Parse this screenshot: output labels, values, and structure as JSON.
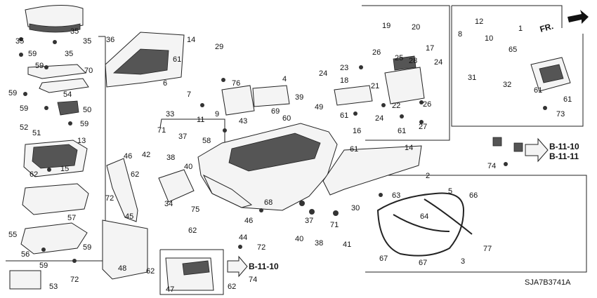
{
  "diagram_code": "SJA7B3741A",
  "orientation": {
    "label": "FR."
  },
  "references": [
    {
      "text": "B-11-10"
    },
    {
      "text": "B-11-11"
    },
    {
      "text": "B-11-10"
    }
  ],
  "callouts": [
    "35",
    "35",
    "35",
    "35",
    "36",
    "59",
    "59",
    "70",
    "59",
    "54",
    "59",
    "50",
    "52",
    "51",
    "59",
    "13",
    "62",
    "15",
    "57",
    "55",
    "56",
    "59",
    "59",
    "53",
    "72",
    "29",
    "14",
    "61",
    "6",
    "7",
    "11",
    "9",
    "33",
    "71",
    "37",
    "42",
    "38",
    "40",
    "46",
    "62",
    "72",
    "45",
    "34",
    "75",
    "58",
    "76",
    "43",
    "39",
    "4",
    "69",
    "60",
    "62",
    "44",
    "46",
    "72",
    "68",
    "48",
    "62",
    "47",
    "74",
    "62",
    "40",
    "37",
    "38",
    "71",
    "41",
    "30",
    "61",
    "14",
    "63",
    "2",
    "5",
    "66",
    "64",
    "67",
    "67",
    "3",
    "77",
    "19",
    "20",
    "26",
    "25",
    "23",
    "24",
    "18",
    "21",
    "28",
    "17",
    "24",
    "22",
    "26",
    "49",
    "61",
    "24",
    "61",
    "27",
    "16",
    "1",
    "8",
    "12",
    "10",
    "65",
    "32",
    "31",
    "61",
    "61",
    "73",
    "74"
  ]
}
